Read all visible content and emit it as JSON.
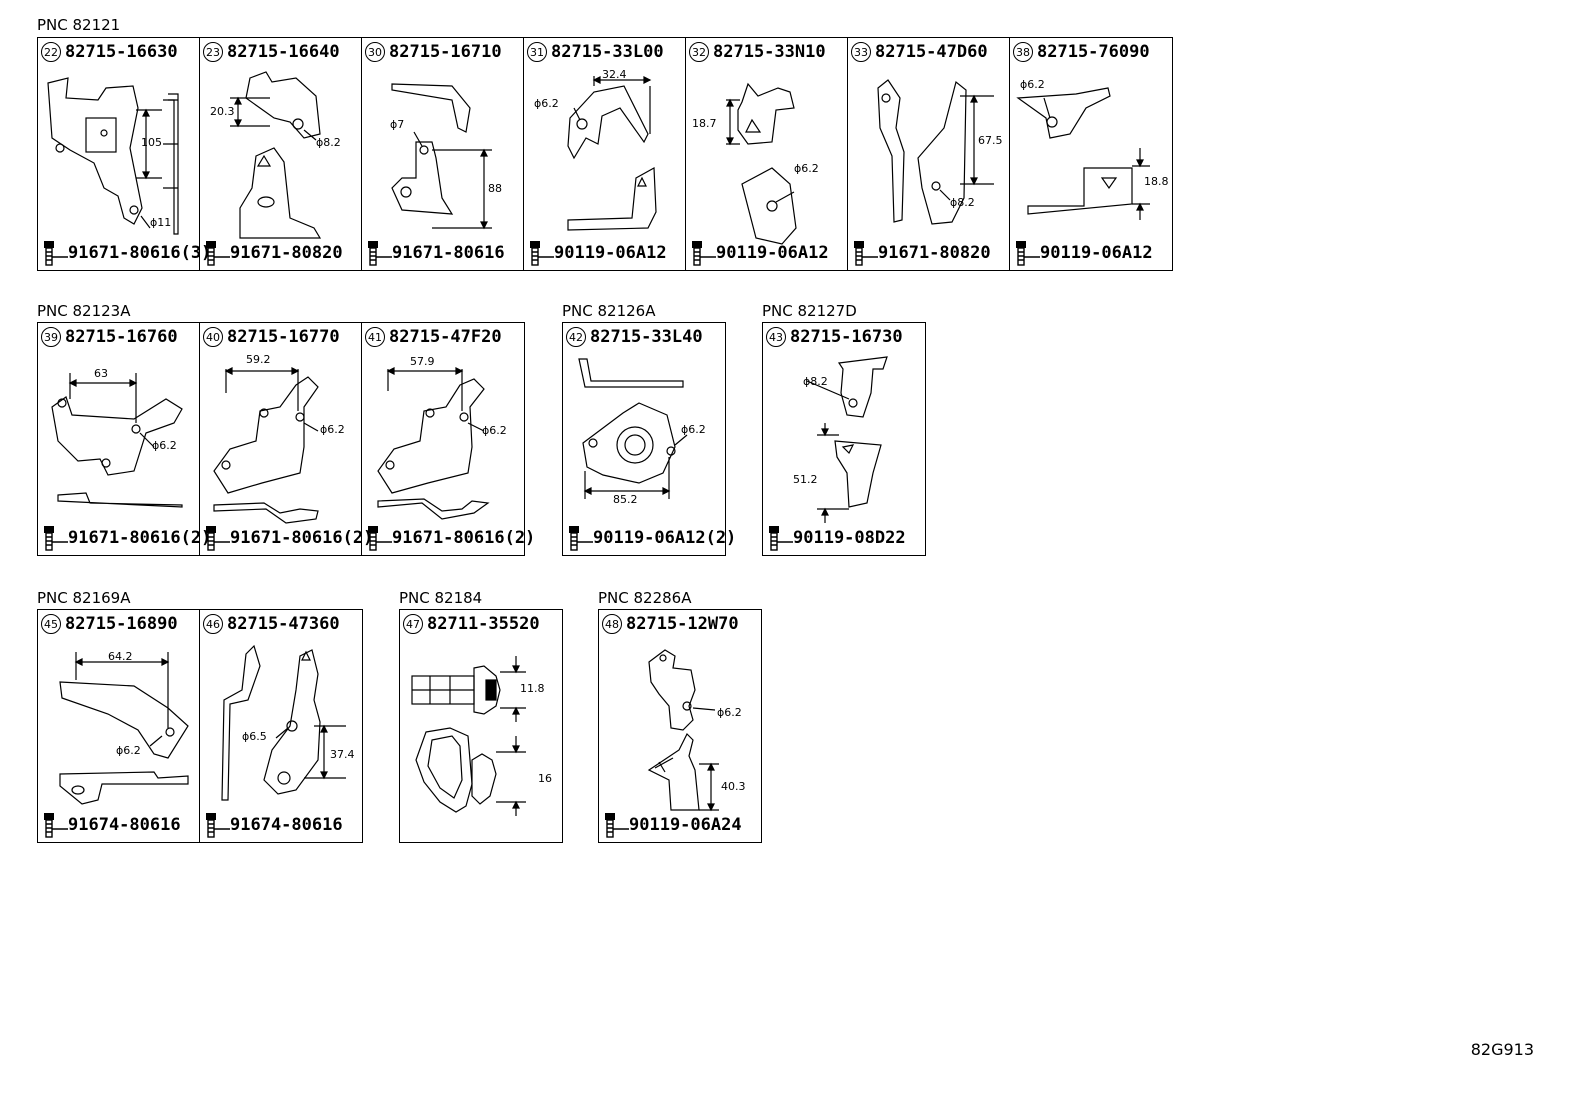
{
  "groups": [
    {
      "pnc": "PNC 82121",
      "items": [
        {
          "num": "22",
          "part": "82715-16630",
          "bolt": "91671-80616(3)",
          "dims": [
            "105",
            "ϕ11"
          ]
        },
        {
          "num": "23",
          "part": "82715-16640",
          "bolt": "91671-80820",
          "dims": [
            "20.3",
            "ϕ8.2"
          ]
        },
        {
          "num": "30",
          "part": "82715-16710",
          "bolt": "91671-80616",
          "dims": [
            "ϕ7",
            "88"
          ]
        },
        {
          "num": "31",
          "part": "82715-33L00",
          "bolt": "90119-06A12",
          "dims": [
            "32.4",
            "ϕ6.2"
          ]
        },
        {
          "num": "32",
          "part": "82715-33N10",
          "bolt": "90119-06A12",
          "dims": [
            "18.7",
            "ϕ6.2"
          ]
        },
        {
          "num": "33",
          "part": "82715-47D60",
          "bolt": "91671-80820",
          "dims": [
            "67.5",
            "ϕ8.2"
          ]
        },
        {
          "num": "38",
          "part": "82715-76090",
          "bolt": "90119-06A12",
          "dims": [
            "ϕ6.2",
            "18.8"
          ]
        }
      ]
    },
    {
      "pnc": "PNC 82123A",
      "items": [
        {
          "num": "39",
          "part": "82715-16760",
          "bolt": "91671-80616(2)",
          "dims": [
            "63",
            "ϕ6.2"
          ]
        },
        {
          "num": "40",
          "part": "82715-16770",
          "bolt": "91671-80616(2)",
          "dims": [
            "59.2",
            "ϕ6.2"
          ]
        },
        {
          "num": "41",
          "part": "82715-47F20",
          "bolt": "91671-80616(2)",
          "dims": [
            "57.9",
            "ϕ6.2"
          ]
        }
      ]
    },
    {
      "pnc": "PNC 82126A",
      "items": [
        {
          "num": "42",
          "part": "82715-33L40",
          "bolt": "90119-06A12(2)",
          "dims": [
            "ϕ6.2",
            "85.2"
          ]
        }
      ]
    },
    {
      "pnc": "PNC 82127D",
      "items": [
        {
          "num": "43",
          "part": "82715-16730",
          "bolt": "90119-08D22",
          "dims": [
            "ϕ8.2",
            "51.2"
          ]
        }
      ]
    },
    {
      "pnc": "PNC 82169A",
      "items": [
        {
          "num": "45",
          "part": "82715-16890",
          "bolt": "91674-80616",
          "dims": [
            "64.2",
            "ϕ6.2"
          ]
        },
        {
          "num": "46",
          "part": "82715-47360",
          "bolt": "91674-80616",
          "dims": [
            "ϕ6.5",
            "37.4"
          ]
        }
      ]
    },
    {
      "pnc": "PNC 82184",
      "items": [
        {
          "num": "47",
          "part": "82711-35520",
          "bolt": "",
          "dims": [
            "11.8",
            "16"
          ]
        }
      ]
    },
    {
      "pnc": "PNC 82286A",
      "items": [
        {
          "num": "48",
          "part": "82715-12W70",
          "bolt": "90119-06A24",
          "dims": [
            "ϕ6.2",
            "40.3"
          ]
        }
      ]
    }
  ],
  "diagram_code": "82G913"
}
